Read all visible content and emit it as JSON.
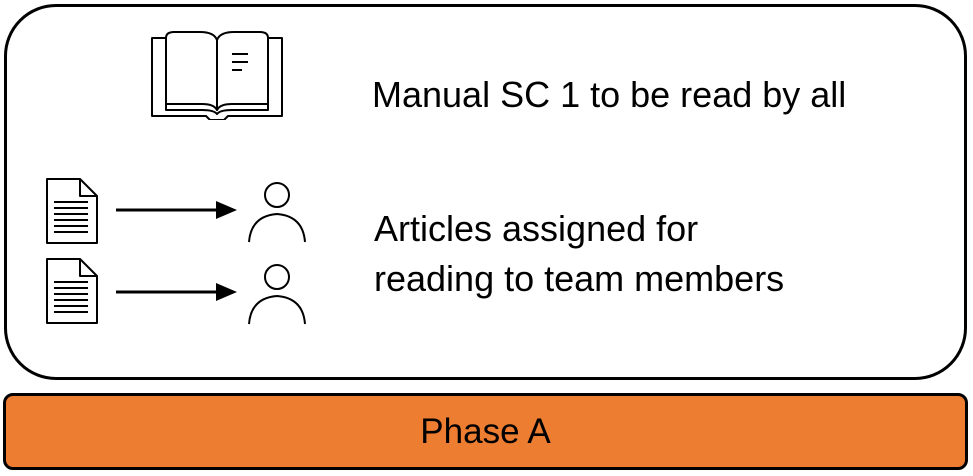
{
  "top_panel": {
    "manual": {
      "icon": "open-book-icon",
      "text": "Manual SC 1 to be read by all"
    },
    "articles": {
      "icons": [
        "document-icon",
        "arrow-right-icon",
        "person-icon"
      ],
      "line1": "Articles assigned for",
      "line2": "reading to team members"
    }
  },
  "phase_bar": {
    "label": "Phase A",
    "color": "#ED7D31"
  }
}
